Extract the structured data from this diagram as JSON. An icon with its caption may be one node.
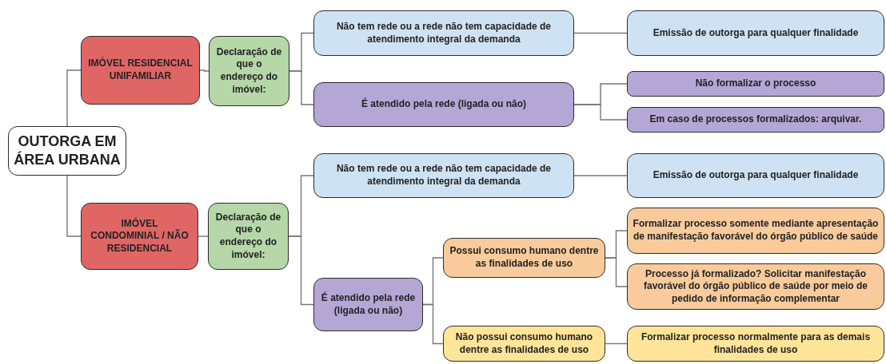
{
  "diagram": {
    "nodes": [
      {
        "text": [
          "OUTORGA EM ÁREA URBANA"
        ]
      },
      {
        "text": [
          "IMÓVEL RESIDENCIAL UNIFAMILIAR"
        ]
      },
      {
        "text": [
          "Declaração de que o endereço do imóvel:"
        ]
      },
      {
        "text": [
          "Não tem rede ou a rede não tem capacidade de atendimento integral da demanda"
        ]
      },
      {
        "text": [
          "Emissão de outorga para qualquer finalidade"
        ]
      },
      {
        "text": [
          "É atendido pela rede (ligada ou não)"
        ]
      },
      {
        "text": [
          "Não formalizar o processo"
        ]
      },
      {
        "text": [
          "Em caso de processos formalizados: arquivar."
        ]
      },
      {
        "text": [
          "IMÓVEL CONDOMINIAL / NÃO RESIDENCIAL"
        ]
      },
      {
        "text": [
          "Declaração de que o endereço do imóvel:"
        ]
      },
      {
        "text": [
          "Não tem rede ou a rede não tem capacidade de atendimento integral da demanda"
        ]
      },
      {
        "text": [
          "Emissão de outorga para qualquer finalidade"
        ]
      },
      {
        "text": [
          "É atendido pela rede (ligada ou não)"
        ]
      },
      {
        "text": [
          "Possui consumo humano dentre as finalidades de uso"
        ]
      },
      {
        "text": [
          "Formalizar processo somente mediante apresentação de manifestação favorável do órgão público de saúde"
        ]
      },
      {
        "text": [
          "Processo já formalizado? Solicitar manifestação favorável do órgão público de saúde por meio de pedido de informação complementar"
        ]
      },
      {
        "text": [
          "Não possui consumo humano dentre as finalidades de uso"
        ]
      },
      {
        "text": [
          "Formalizar processo normalmente para as demais finalidades de uso"
        ]
      }
    ],
    "edges": [
      {
        "from": 0,
        "to": 1,
        "arrow": "none"
      },
      {
        "from": 0,
        "to": 8,
        "arrow": "none"
      },
      {
        "from": 1,
        "to": 2,
        "arrow": "none"
      },
      {
        "from": 2,
        "to": 3,
        "arrow": "none"
      },
      {
        "from": 2,
        "to": 5,
        "arrow": "none"
      },
      {
        "from": 3,
        "to": 4,
        "arrow": "none"
      },
      {
        "from": 5,
        "to": 6,
        "arrow": "none"
      },
      {
        "from": 5,
        "to": 7,
        "arrow": "none"
      },
      {
        "from": 8,
        "to": 9,
        "arrow": "none"
      },
      {
        "from": 9,
        "to": 10,
        "arrow": "none"
      },
      {
        "from": 9,
        "to": 12,
        "arrow": "none"
      },
      {
        "from": 10,
        "to": 11,
        "arrow": "none"
      },
      {
        "from": 12,
        "to": 13,
        "arrow": "none"
      },
      {
        "from": 12,
        "to": 16,
        "arrow": "none"
      },
      {
        "from": 13,
        "to": 14,
        "arrow": "none"
      },
      {
        "from": 13,
        "to": 15,
        "arrow": "none"
      },
      {
        "from": 16,
        "to": 17,
        "arrow": "none"
      }
    ]
  }
}
